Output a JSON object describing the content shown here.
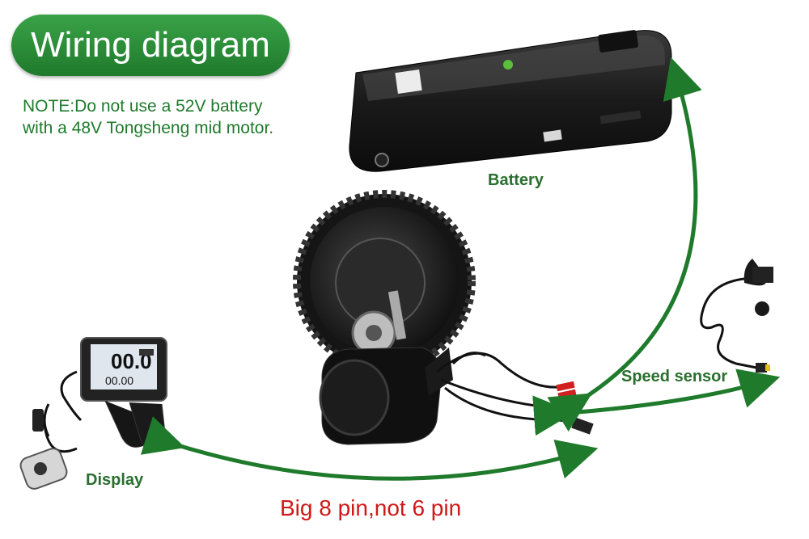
{
  "title": "Wiring diagram",
  "note": "NOTE:Do not use a 52V battery with a 48V Tongsheng mid motor.",
  "labels": {
    "battery": "Battery",
    "speed_sensor": "Speed sensor",
    "display": "Display",
    "connector": "Big 8 pin,not 6 pin"
  },
  "colors": {
    "title_green": "#2a9a3a",
    "arrow_green": "#1f7a2c",
    "warning_red": "#d01818"
  },
  "display_readout": {
    "speed": "00.0",
    "odometer": "00.00"
  }
}
